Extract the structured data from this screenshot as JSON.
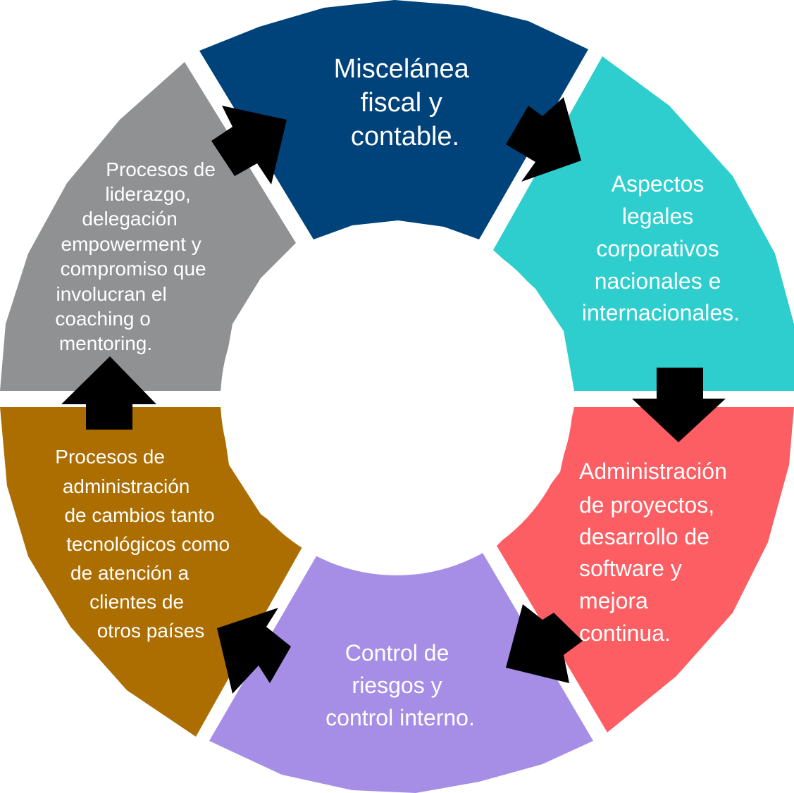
{
  "segments": [
    {
      "id": "top",
      "color": "#00437b",
      "lines": [
        "Miscelánea",
        "fiscal y",
        "contable."
      ]
    },
    {
      "id": "upper-right",
      "color": "#2ecece",
      "lines": [
        "Aspectos",
        "legales",
        "corporativos",
        "nacionales e",
        "internacionales."
      ]
    },
    {
      "id": "lower-right",
      "color": "#fd5e63",
      "lines": [
        "Administración",
        "de proyectos,",
        "desarrollo de",
        "software y",
        "mejora",
        "continua."
      ]
    },
    {
      "id": "bottom",
      "color": "#a68ee6",
      "lines": [
        "Control de",
        "riesgos y",
        "control interno."
      ]
    },
    {
      "id": "lower-left",
      "color": "#ac6e00",
      "lines": [
        "Procesos de",
        "administración",
        "de cambios tanto",
        "tecnológicos como",
        "de atención a",
        "clientes de",
        "otros países"
      ]
    },
    {
      "id": "upper-left",
      "color": "#909193",
      "lines": [
        "Procesos de",
        "liderazgo,",
        "delegación",
        "empowerment y",
        "compromiso que",
        "involucran el",
        "coaching o",
        "mentoring."
      ]
    }
  ],
  "arrow_color": "#000000"
}
